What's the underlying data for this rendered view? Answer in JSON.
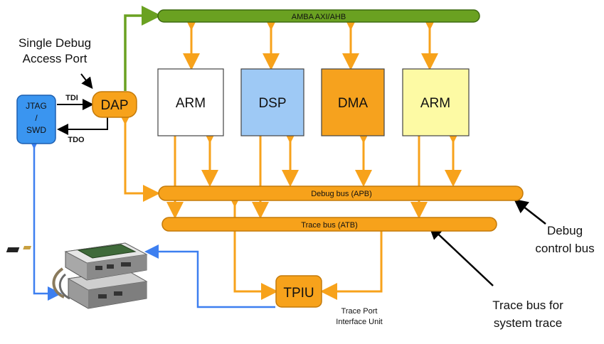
{
  "buses": {
    "amba": "AMBA AXI/AHB",
    "debug": "Debug bus (APB)",
    "trace": "Trace bus (ATB)"
  },
  "blocks": {
    "jtag": [
      "JTAG",
      "/",
      "SWD"
    ],
    "dap": "DAP",
    "arm1": "ARM",
    "dsp": "DSP",
    "dma": "DMA",
    "arm2": "ARM",
    "tpiu": "TPIU"
  },
  "signals": {
    "tdi": "TDI",
    "tdo": "TDO"
  },
  "annotations": {
    "sdap": [
      "Single Debug",
      "Access Port"
    ],
    "debug_control": [
      "Debug",
      "control bus"
    ],
    "trace_bus_for": [
      "Trace bus for",
      "system trace"
    ],
    "tpiu_desc": [
      "Trace Port",
      "Interface Unit"
    ]
  },
  "colors": {
    "orange": "#f7a21b",
    "orange_stroke": "#c47a0a",
    "green": "#6aa121",
    "green_stroke": "#3d6a10",
    "blue_line": "#3d7ff0",
    "jtag_fill": "#3a95f0",
    "dsp_fill": "#9ec9f5",
    "dma_fill": "#f6a21e",
    "arm2_fill": "#fdfaa4"
  },
  "icons": {
    "trace_probe": "trace-probe-hardware-icon"
  }
}
